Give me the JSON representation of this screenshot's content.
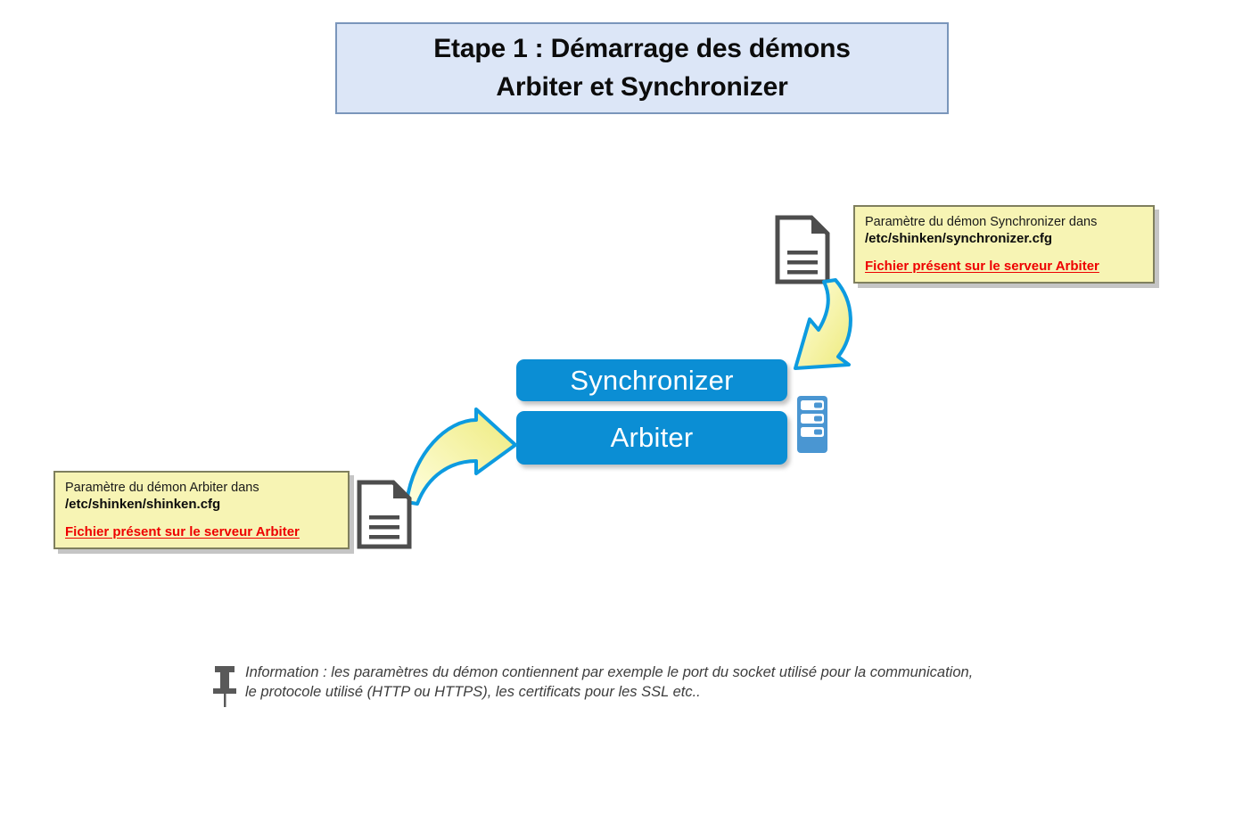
{
  "title": {
    "text": "Etape 1 : Démarrage des démons\nArbiter et Synchronizer",
    "bg_color": "#dce6f7",
    "border_color": "#7a96bb"
  },
  "notes": [
    {
      "id": "synchronizer",
      "line1": "Paramètre du démon Synchronizer dans",
      "path": "/etc/shinken/synchronizer.cfg",
      "warning": "Fichier présent sur le serveur Arbiter",
      "bg_color": "#f7f4b4",
      "warning_color": "#ee0000"
    },
    {
      "id": "arbiter",
      "line1": "Paramètre du démon Arbiter dans",
      "path": "/etc/shinken/shinken.cfg",
      "warning": "Fichier présent sur le serveur Arbiter",
      "bg_color": "#f7f4b4",
      "warning_color": "#ee0000"
    }
  ],
  "daemons": [
    {
      "label": "Synchronizer",
      "color": "#0b8ed4"
    },
    {
      "label": "Arbiter",
      "color": "#0b8ed4"
    }
  ],
  "icons": {
    "document_synchronizer": "document-icon",
    "document_arbiter": "document-icon",
    "server": "server-rack-icon",
    "pin": "push-pin-icon",
    "arrow_to_arbiter": "curved-arrow-right-icon",
    "arrow_to_synchronizer": "curved-arrow-down-left-icon"
  },
  "footer": {
    "text": "Information : les paramètres du démon contiennent par exemple le port du socket utilisé pour la communication,\nle protocole utilisé (HTTP ou HTTPS), les certificats pour les SSL etc.."
  },
  "colors": {
    "accent_blue": "#0b8ed4",
    "arrow_stroke": "#0d9be0",
    "arrow_fill_light": "#ffffd0",
    "arrow_fill_dark": "#f2ee86",
    "doc_outline": "#4d4d4d",
    "note_border": "#7f7f5e"
  }
}
